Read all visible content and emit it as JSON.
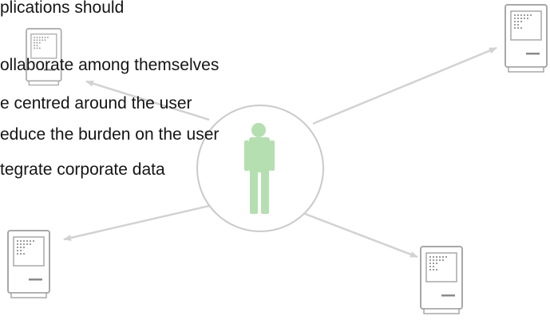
{
  "text": {
    "heading_fragment": "plications should",
    "items": [
      "ollaborate among themselves",
      "e centred around the user",
      "educe the burden on the user",
      "tegrate corporate data"
    ]
  },
  "colors": {
    "arrow": "#d2d2d2",
    "circle_stroke": "#cacaca",
    "person": "#b5dfb1",
    "computer_stroke": "#a8a8a8",
    "text": "#151515"
  },
  "icons": {
    "person": "person-icon",
    "computer": "computer-icon"
  }
}
